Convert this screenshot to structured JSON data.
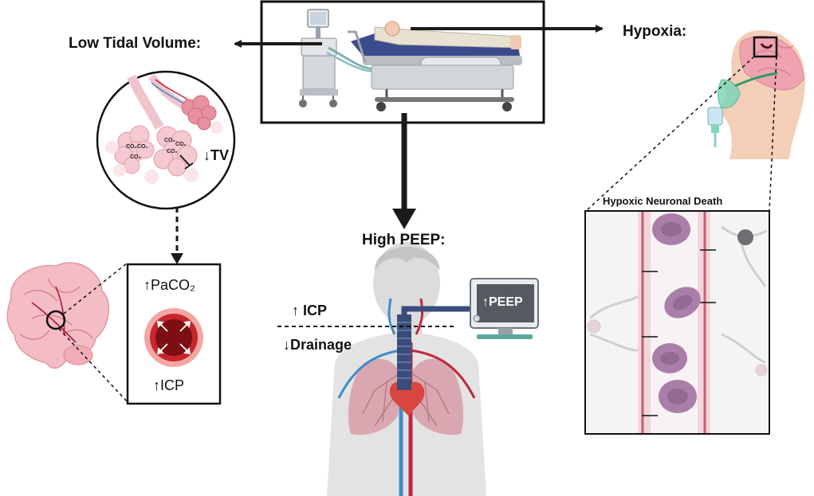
{
  "labels": {
    "low_tidal_volume": "Low Tidal Volume:",
    "hypoxia": "Hypoxia:",
    "high_peep": "High PEEP:",
    "hypoxic_neuronal_death": "Hypoxic Neuronal Death",
    "tv_decrease": "↓TV",
    "paco2_increase": "↑PaCO₂",
    "icp_increase_box": "↑ICP",
    "icp_increase_body": "↑ ICP",
    "drainage_decrease": "↓Drainage",
    "peep_monitor": "↑PEEP"
  },
  "alveoli_co2_labels": [
    "CO₂",
    "CO₂",
    "CO₂",
    "CO₂",
    "CO₂",
    "CO₂"
  ],
  "colors": {
    "arrow": "#1a1a1a",
    "brain_pink": "#f3b9c1",
    "vessel_red": "#c0283c",
    "vein_blue": "#3f8cc9",
    "rbc_purple": "#a97ea8",
    "monitor_screen": "#555a60",
    "skin_gray": "#d7d7d7",
    "lung_pink": "#d9a7b0"
  }
}
